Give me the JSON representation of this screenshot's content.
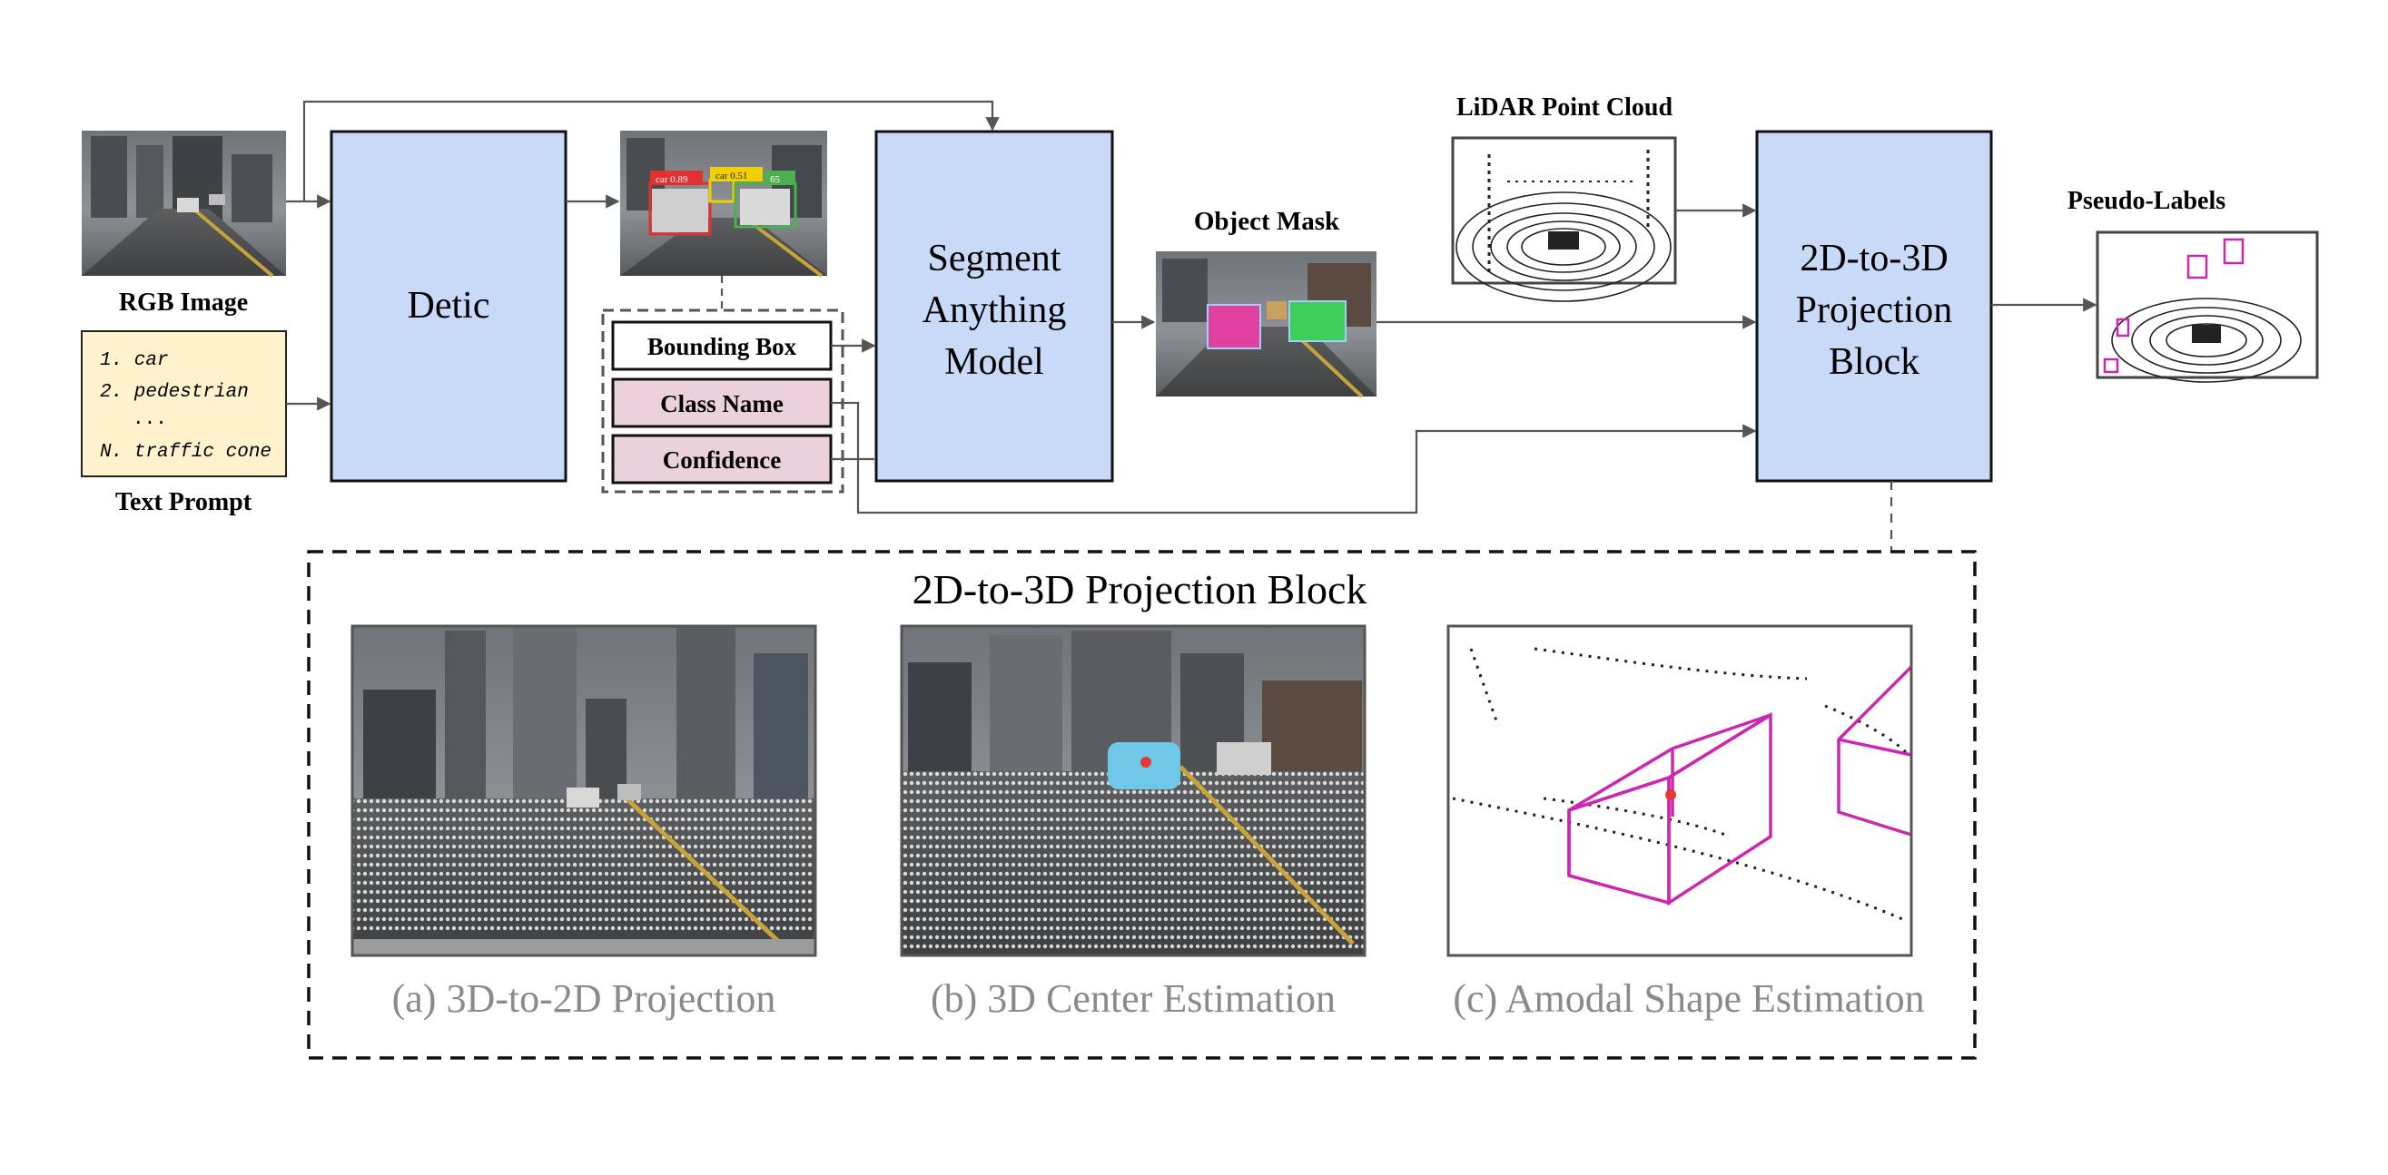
{
  "inputs": {
    "rgb_label": "RGB Image",
    "text_label": "Text Prompt",
    "prompt_lines": [
      "1. car",
      "2. pedestrian",
      "...",
      "N. traffic cone"
    ]
  },
  "modules": {
    "detic": "Detic",
    "sam": [
      "Segment",
      "Anything",
      "Model"
    ],
    "projection": [
      "2D-to-3D",
      "Projection",
      "Block"
    ]
  },
  "detections": {
    "labels": [
      "car 0.89",
      "car 0.51",
      "65"
    ],
    "outputs": [
      "Bounding Box",
      "Class Name",
      "Confidence"
    ]
  },
  "labels": {
    "object_mask": "Object Mask",
    "lidar": "LiDAR Point Cloud",
    "pseudo": "Pseudo-Labels"
  },
  "detail": {
    "title": "2D-to-3D Projection Block",
    "captions": [
      "(a) 3D-to-2D Projection",
      "(b) 3D Center Estimation",
      "(c) Amodal Shape Estimation"
    ]
  },
  "colors": {
    "module_fill": "#c9daf8",
    "output_pink": "#ead1dc",
    "prompt_fill": "#fff2cc",
    "magenta": "#cc27b0",
    "caption_gray": "#8a8a8a"
  }
}
